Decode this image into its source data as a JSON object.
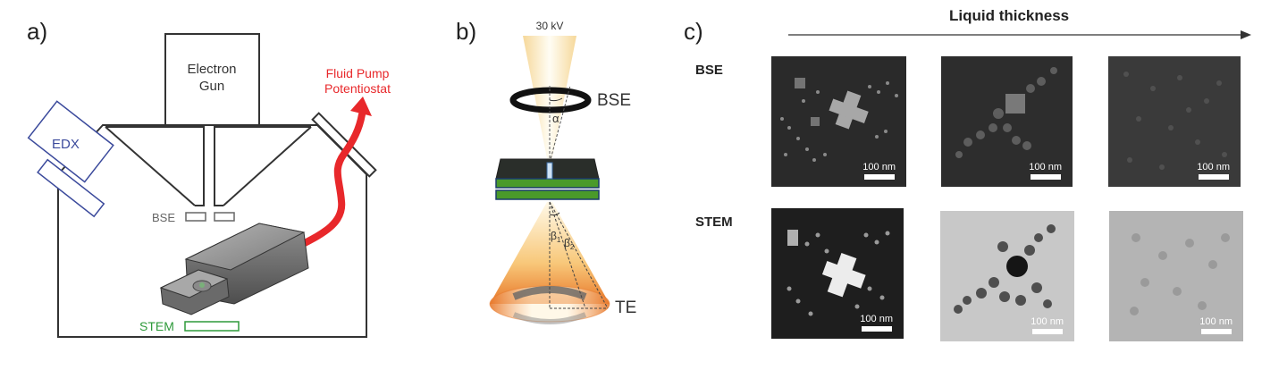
{
  "panels": {
    "a": "a)",
    "b": "b)",
    "c": "c)"
  },
  "panel_a": {
    "gun_line1": "Electron",
    "gun_line2": "Gun",
    "pump_line1": "Fluid Pump",
    "pump_line2": "Potentiostat",
    "edx": "EDX",
    "bse": "BSE",
    "stem": "STEM",
    "colors": {
      "pump": "#e8282b",
      "edx": "#3b4a9c",
      "stem": "#2e9a3a",
      "bse": "#666666"
    }
  },
  "panel_b": {
    "voltage": "30 kV",
    "alpha": "α",
    "bse": "BSE",
    "beta1": "β",
    "beta1_sub": "1",
    "beta2": "β",
    "beta2_sub": "2",
    "te": "TE",
    "colors": {
      "cell_green": "#4a9a2a",
      "cone_orange": "#e8782a"
    }
  },
  "panel_c": {
    "axis_title": "Liquid thickness",
    "rows": [
      {
        "label": "BSE",
        "images": [
          {
            "scale": "100 nm",
            "scale_color": "#ffffff"
          },
          {
            "scale": "100 nm",
            "scale_color": "#ffffff"
          },
          {
            "scale": "100 nm",
            "scale_color": "#ffffff"
          }
        ]
      },
      {
        "label": "STEM",
        "images": [
          {
            "scale": "100 nm",
            "scale_color": "#ffffff"
          },
          {
            "scale": "100 nm",
            "scale_color": "#ffffff"
          },
          {
            "scale": "100 nm",
            "scale_color": "#ffffff"
          }
        ]
      }
    ]
  }
}
